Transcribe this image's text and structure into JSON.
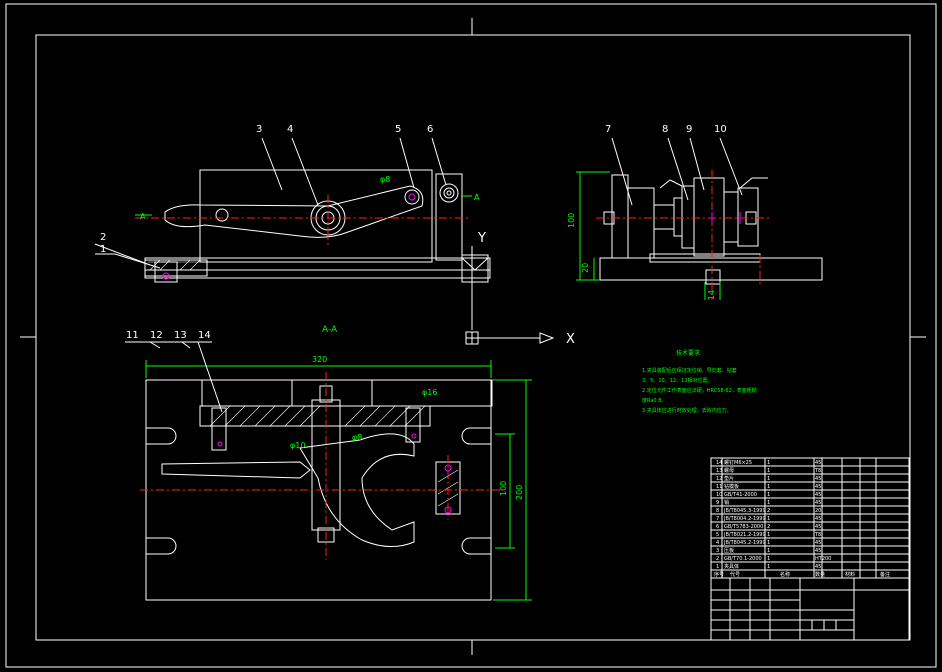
{
  "drawing": {
    "section_title": "A-A",
    "section_mark": "A",
    "axis_x": "X",
    "axis_y": "Y",
    "balloons_front": [
      "3",
      "4",
      "5",
      "6"
    ],
    "balloons_base": [
      "2",
      "1"
    ],
    "balloons_side": [
      "7",
      "8",
      "9",
      "10"
    ],
    "balloons_plan": [
      "11",
      "12",
      "13",
      "14"
    ],
    "dimensions": {
      "plan_width": "320",
      "plan_height": "200",
      "plan_inner": "100",
      "side_height": "100",
      "side_base": "20",
      "side_bottom": "14"
    },
    "tolerances": [
      "φ8",
      "φ16",
      "φ10"
    ]
  },
  "notes": {
    "title": "技术要求",
    "lines": [
      "1.夹具装配后应保证定位销、导向套、钻套",
      "  3、5、10、12、13相对位置。",
      "2.定位元件工作表面应淬硬，HRC58-62，表面粗糙",
      "  度Ra0.8。",
      "3.夹具体应进行时效处理，去除内应力。"
    ]
  },
  "bom": {
    "rows": [
      [
        "14",
        "螺钉M6×25",
        "1",
        "45"
      ],
      [
        "13",
        "螺母",
        "1",
        "T8"
      ],
      [
        "12",
        "垫片",
        "1",
        "45"
      ],
      [
        "11",
        "钻模板",
        "1",
        "45"
      ],
      [
        "10",
        "GB/T41-2000",
        "1",
        "45"
      ],
      [
        "9",
        "销",
        "1",
        "45"
      ],
      [
        "8",
        "JB/T8045.3-1999",
        "2",
        "20"
      ],
      [
        "7",
        "JB/T8004.2-1999",
        "1",
        "45"
      ],
      [
        "6",
        "GB/T5783-2000",
        "2",
        "45"
      ],
      [
        "5",
        "JB/T8021.2-1999",
        "1",
        "T8"
      ],
      [
        "4",
        "JB/T8045.2-1999",
        "1",
        "45"
      ],
      [
        "3",
        "压板",
        "1",
        "45"
      ],
      [
        "2",
        "GB/T70.1-2000",
        "1",
        "HT200"
      ],
      [
        "1",
        "夹具体",
        "1",
        "45"
      ]
    ],
    "header": [
      "序号",
      "代号",
      "名称",
      "数量",
      "材料",
      "备注"
    ]
  }
}
